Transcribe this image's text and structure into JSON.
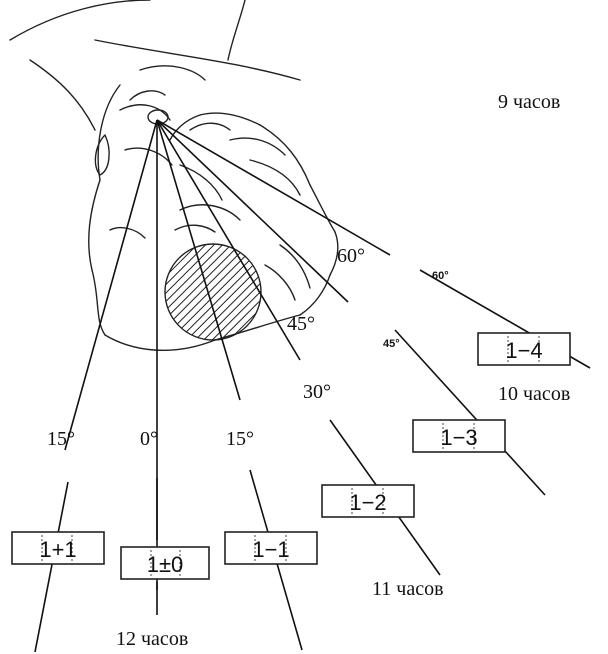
{
  "time_labels": {
    "nine": "9 часов",
    "ten": "10 часов",
    "eleven": "11 часов",
    "twelve": "12 часов"
  },
  "angle_labels": {
    "left15": "15°",
    "zero": "0°",
    "right15": "15°",
    "thirty": "30°",
    "fortyfive": "45°",
    "sixty": "60°",
    "fortyfive_small": "45°",
    "sixty_small": "60°"
  },
  "markers": {
    "left15": "1+1",
    "zero": "1±0",
    "right15": "1−1",
    "thirty": "1−2",
    "fortyfive": "1−3",
    "sixty": "1−4"
  }
}
